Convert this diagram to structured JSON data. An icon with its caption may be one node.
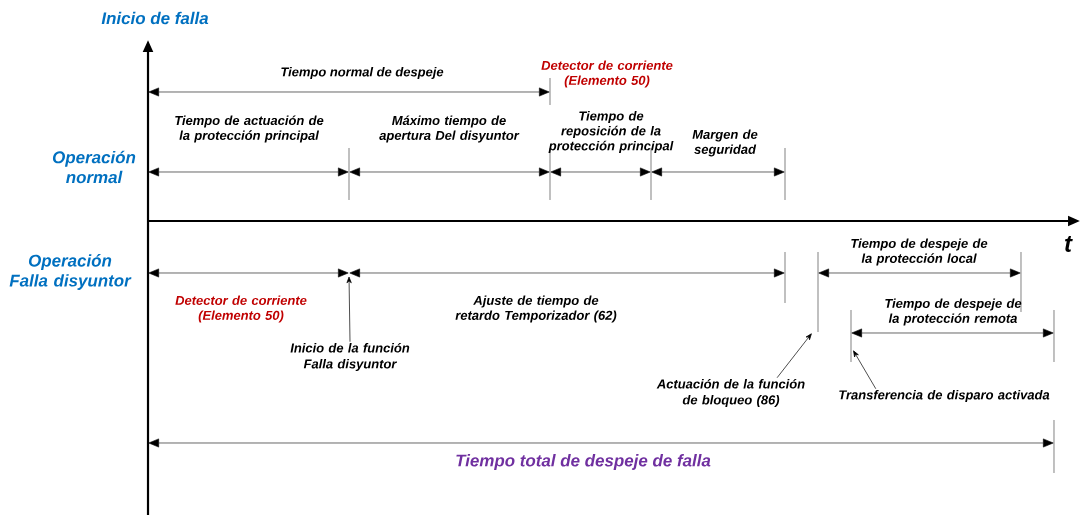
{
  "diagram": {
    "nodes": [
      {
        "text": [
          "Inicio de la función Falla disyuntor"
        ]
      },
      {
        "text": [
          "Actuación de la función de bloqueo (86)"
        ]
      },
      {
        "text": [
          "Transferencia de disparo activada"
        ]
      }
    ],
    "edges": [
      {
        "from": 0,
        "to": null,
        "arrow": "to"
      },
      {
        "from": 1,
        "to": null,
        "arrow": "to"
      },
      {
        "from": 2,
        "to": null,
        "arrow": "to"
      }
    ],
    "labels": [
      "Inicio de falla",
      "Tiempo normal de despeje",
      "Detector de corriente (Elemento 50)",
      "Tiempo de actuación de la protección principal",
      "Máximo tiempo de apertura Del disyuntor",
      "Tiempo de reposición de la protección principal",
      "Margen de seguridad",
      "Operación normal",
      "t",
      "Operación Falla disyuntor",
      "Tiempo de despeje de la protección local",
      "Detector de corriente (Elemento 50)",
      "Ajuste de tiempo de retardo Temporizador (62)",
      "Tiempo de despeje de la protección remota",
      "Tiempo total de despeje de falla"
    ]
  }
}
